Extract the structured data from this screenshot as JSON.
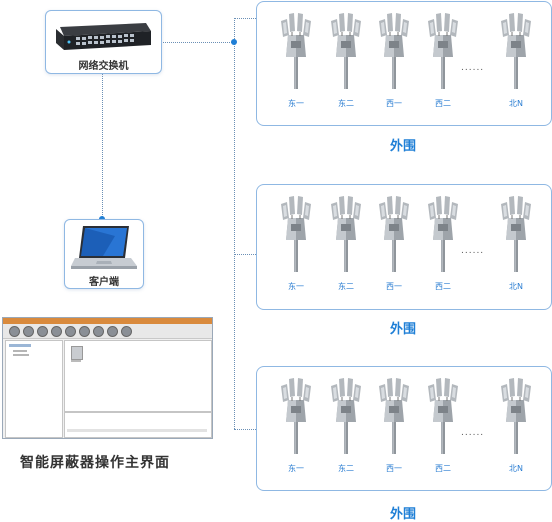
{
  "switch": {
    "label": "网络交换机",
    "icon": "network-switch-icon"
  },
  "client": {
    "label": "客户端",
    "icon": "laptop-icon"
  },
  "software": {
    "caption": "智能屏蔽器操作主界面"
  },
  "groups": [
    {
      "title": "外围",
      "towers": [
        "东一",
        "东二",
        "西一",
        "西二",
        "北N"
      ],
      "ellipsis": "......"
    },
    {
      "title": "外围",
      "towers": [
        "东一",
        "东二",
        "西一",
        "西二",
        "北N"
      ],
      "ellipsis": "......"
    },
    {
      "title": "外围",
      "towers": [
        "东一",
        "东二",
        "西一",
        "西二",
        "北N"
      ],
      "ellipsis": "......"
    }
  ],
  "colors": {
    "accent": "#1f7fd6",
    "border": "#8fb8e3",
    "line": "#6a8fb5"
  }
}
